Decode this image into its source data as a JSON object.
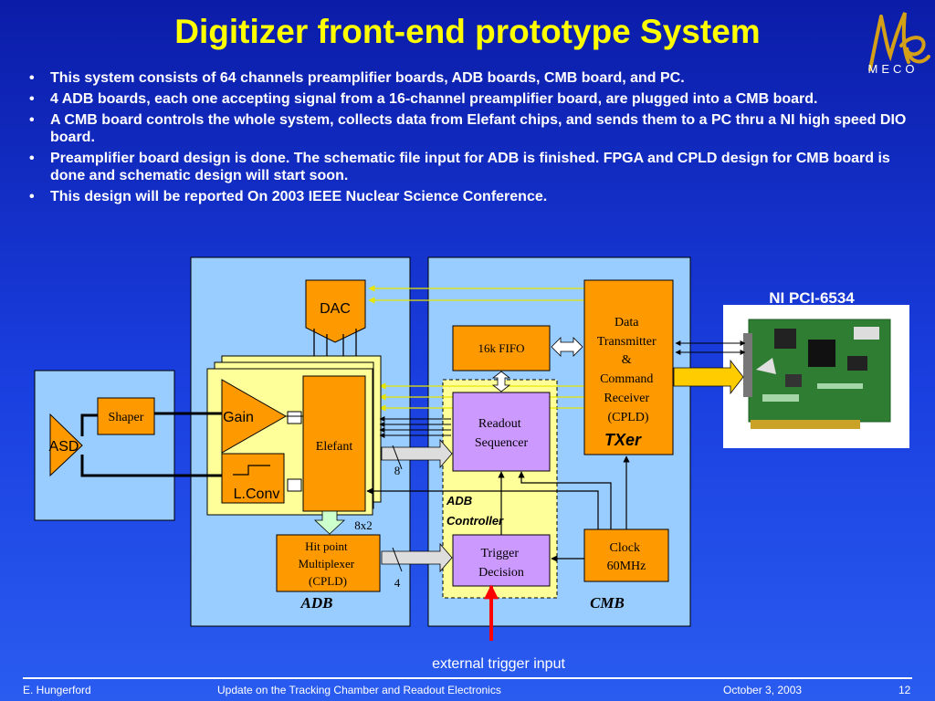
{
  "slide": {
    "title": "Digitizer front-end prototype System",
    "logo_text": "MECO",
    "bullets": [
      "This system consists of 64 channels preamplifier boards, ADB boards, CMB board, and PC.",
      "4 ADB boards, each one accepting signal from a 16-channel preamplifier board, are plugged into a CMB board.",
      "A CMB board controls the whole system, collects data from Elefant chips, and sends them to a PC thru a NI high speed DIO board.",
      "Preamplifier board design is done. The schematic file input for ADB is finished. FPGA and CPLD design for CMB board is done and schematic design will start soon.",
      "This design will be reported On 2003 IEEE Nuclear Science Conference."
    ]
  },
  "diagram": {
    "ni_label": "NI PCI-6534",
    "dac": "DAC",
    "shaper": "Shaper",
    "asd": "ASD",
    "gain": "Gain",
    "lconv": "L.Conv",
    "elefant": "Elefant",
    "fifo": "16k FIFO",
    "txer_lines": [
      "Data",
      "Transmitter",
      "&",
      "Command",
      "Receiver",
      "(CPLD)"
    ],
    "txer_tag": "TXer",
    "readout_lines": [
      "Readout",
      "Sequencer"
    ],
    "adb_controller_lines": [
      "ADB",
      "Controller"
    ],
    "hitpoint_lines": [
      "Hit point",
      "Multiplexer",
      "(CPLD)"
    ],
    "trigger_lines": [
      "Trigger",
      "Decision"
    ],
    "clock_lines": [
      "Clock",
      "60MHz"
    ],
    "bus_8": "8",
    "bus_8x2": "8x2",
    "bus_4": "4",
    "adb_label": "ADB",
    "cmb_label": "CMB",
    "ext_trigger": "external trigger input"
  },
  "footer": {
    "author": "E. Hungerford",
    "talk": "Update on the Tracking Chamber and Readout Electronics",
    "date": "October 3, 2003",
    "page": "12"
  },
  "colors": {
    "title": "#ffff00",
    "panel": "#99ccff",
    "orange_box": "#ff9900",
    "purple_box": "#cc99ff",
    "yellow_panel": "#ffff99",
    "trigger_arrow": "#ff0000"
  }
}
